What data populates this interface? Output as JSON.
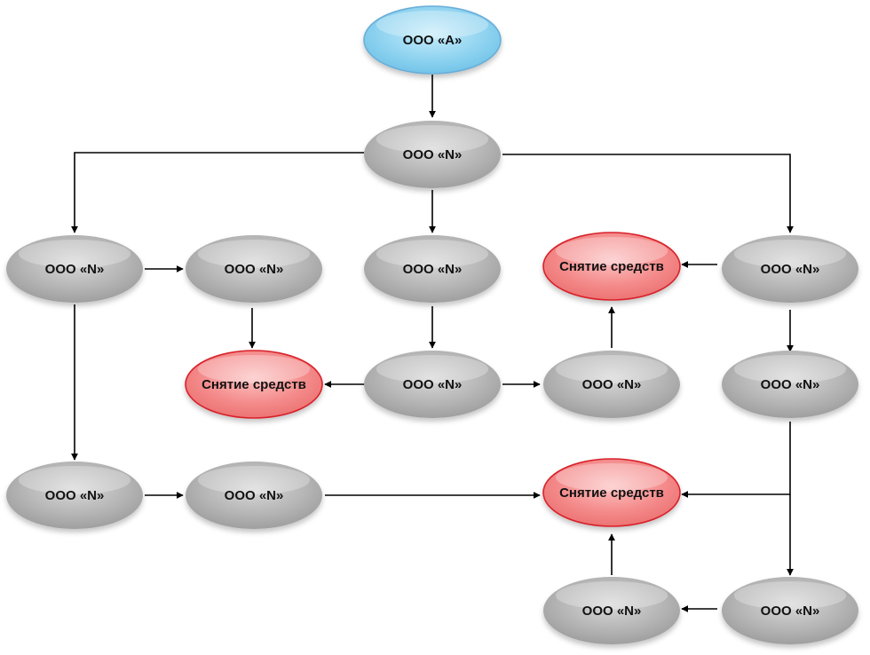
{
  "nodes": [
    {
      "id": "a",
      "label": "ООО «А»",
      "kind": "source"
    },
    {
      "id": "n1",
      "label": "ООО «N»",
      "kind": "company"
    },
    {
      "id": "n2",
      "label": "ООО «N»",
      "kind": "company"
    },
    {
      "id": "n3",
      "label": "ООО «N»",
      "kind": "company"
    },
    {
      "id": "n4",
      "label": "ООО «N»",
      "kind": "company"
    },
    {
      "id": "n5",
      "label": "ООО «N»",
      "kind": "company"
    },
    {
      "id": "w1",
      "label": "Снятие средств",
      "kind": "withdrawal"
    },
    {
      "id": "n6",
      "label": "ООО «N»",
      "kind": "company"
    },
    {
      "id": "w2",
      "label": "Снятие средств",
      "kind": "withdrawal"
    },
    {
      "id": "n7",
      "label": "ООО «N»",
      "kind": "company"
    },
    {
      "id": "n8",
      "label": "ООО «N»",
      "kind": "company"
    },
    {
      "id": "n9",
      "label": "ООО «N»",
      "kind": "company"
    },
    {
      "id": "n10",
      "label": "ООО «N»",
      "kind": "company"
    },
    {
      "id": "n11",
      "label": "ООО «N»",
      "kind": "company"
    },
    {
      "id": "w3",
      "label": "Снятие средств",
      "kind": "withdrawal"
    },
    {
      "id": "n12",
      "label": "ООО «N»",
      "kind": "company"
    },
    {
      "id": "n13",
      "label": "ООО «N»",
      "kind": "company"
    }
  ],
  "edges": [
    {
      "from": "a",
      "to": "n1"
    },
    {
      "from": "n1",
      "to": "n2"
    },
    {
      "from": "n1",
      "to": "n4"
    },
    {
      "from": "n1",
      "to": "n5"
    },
    {
      "from": "n2",
      "to": "n3"
    },
    {
      "from": "n2",
      "to": "n10"
    },
    {
      "from": "n3",
      "to": "w2"
    },
    {
      "from": "n4",
      "to": "n7"
    },
    {
      "from": "n7",
      "to": "w2"
    },
    {
      "from": "n7",
      "to": "n8"
    },
    {
      "from": "n8",
      "to": "w1"
    },
    {
      "from": "n5",
      "to": "w1"
    },
    {
      "from": "n5",
      "to": "n9"
    },
    {
      "from": "n9",
      "to": "w3"
    },
    {
      "from": "n9",
      "to": "n13"
    },
    {
      "from": "n10",
      "to": "n11"
    },
    {
      "from": "n11",
      "to": "w3"
    },
    {
      "from": "n13",
      "to": "n12"
    },
    {
      "from": "n12",
      "to": "w3"
    }
  ],
  "colors": {
    "source": "#8fd3f0",
    "company": "#b4b4b4",
    "withdrawal": "#f48a8a",
    "edge": "#000000"
  }
}
